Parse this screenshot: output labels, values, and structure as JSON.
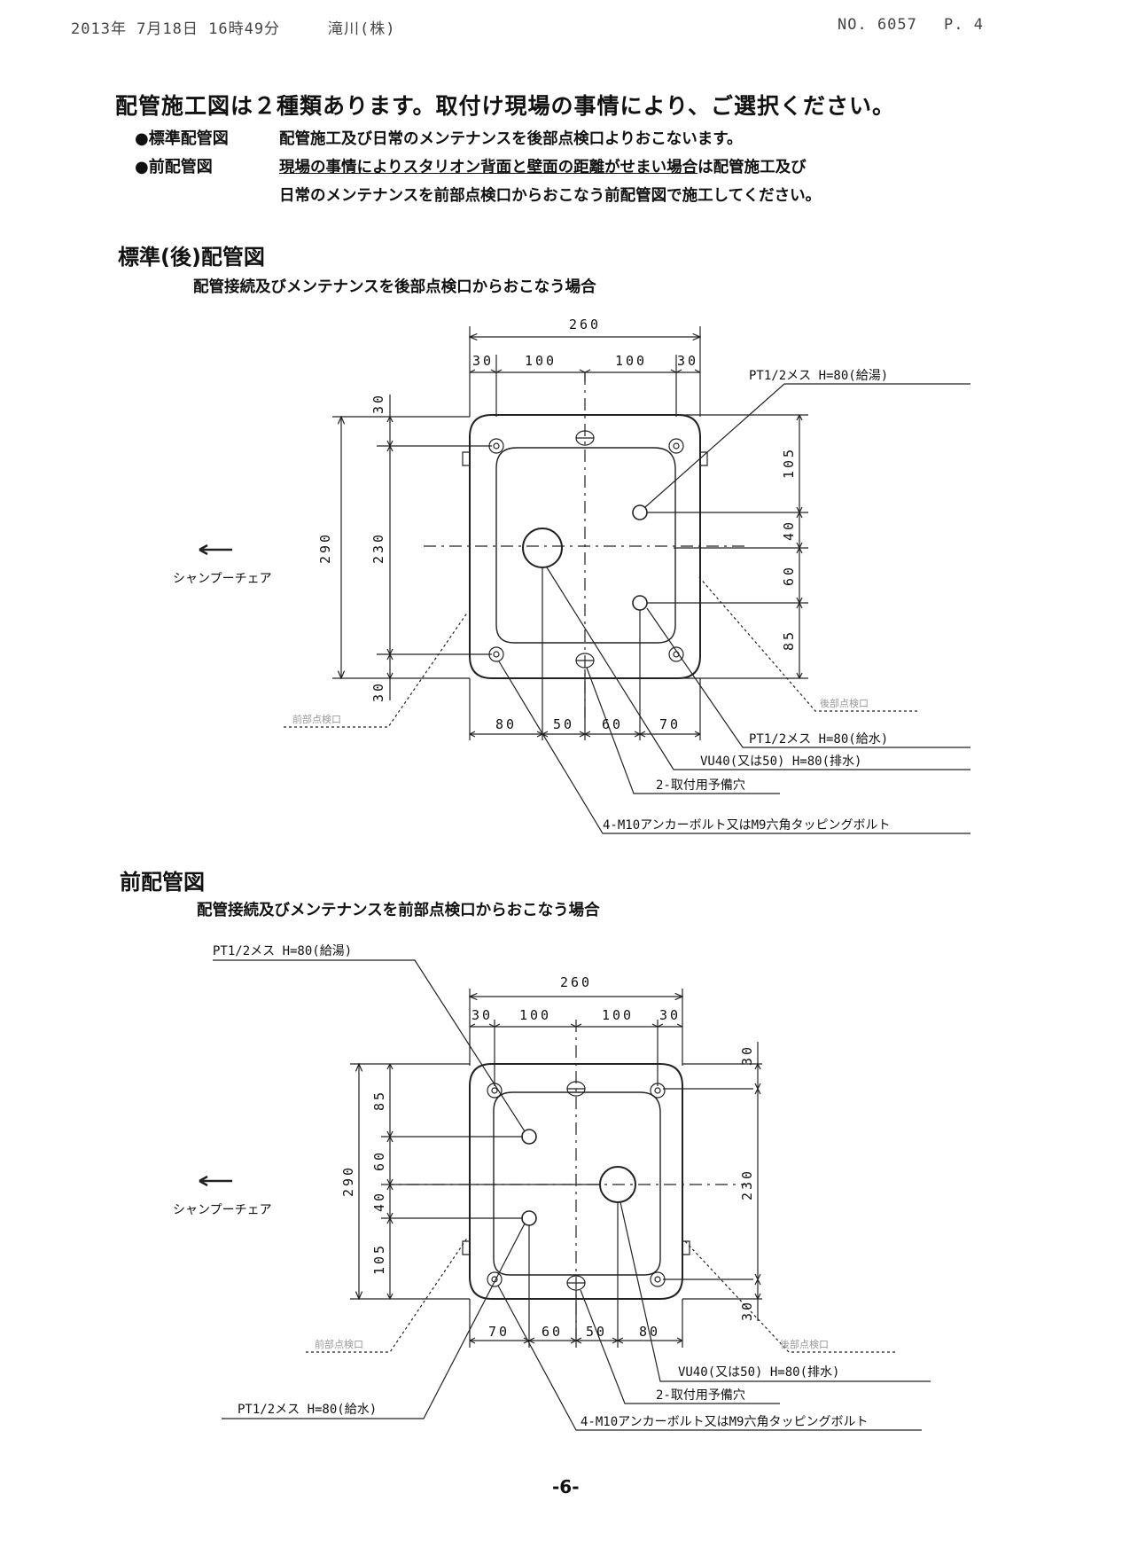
{
  "fax_header": {
    "date_time": "2013年 7月18日 16時49分",
    "sender": "滝川(株)",
    "number": "NO. 6057",
    "page": "P. 4"
  },
  "intro": {
    "heading": "配管施工図は２種類あります。取付け現場の事情により、ご選択ください。",
    "items": [
      {
        "bullet": "●標準配管図",
        "text": "配管施工及び日常のメンテナンスを後部点検口よりおこないます。"
      },
      {
        "bullet": "●前配管図",
        "text_underlined": "現場の事情によりスタリオン背面と壁面の距離がせまい場合",
        "text_rest": "は配管施工及び",
        "text_line2": "日常のメンテナンスを前部点検口からおこなう前配管図で施工してください。"
      }
    ]
  },
  "standard": {
    "title": "標準(後)配管図",
    "subtitle": "配管接続及びメンテナンスを後部点検口からおこなう場合",
    "direction": "シャンプーチェア",
    "dims": {
      "width": "260",
      "top_segments": [
        "30",
        "100",
        "100",
        "30"
      ],
      "height": "290",
      "inner_height": "230",
      "left_top": "30",
      "left_bottom": "30",
      "right_segments": [
        "105",
        "40",
        "60",
        "85"
      ],
      "bottom_segments": [
        "80",
        "50",
        "60",
        "70"
      ]
    },
    "labels": {
      "hot_water": "PT1/2メス H=80(給湯)",
      "cold_water": "PT1/2メス H=80(給水)",
      "drain": "VU40(又は50) H=80(排水)",
      "spare": "2-取付用予備穴",
      "anchor": "4-M10アンカーボルト又はM9六角タッピングボルト",
      "rear_access": "後部点検口",
      "front_access": "前部点検口"
    }
  },
  "front": {
    "title": "前配管図",
    "subtitle": "配管接続及びメンテナンスを前部点検口からおこなう場合",
    "direction": "シャンプーチェア",
    "dims": {
      "width": "260",
      "top_segments": [
        "30",
        "100",
        "100",
        "30"
      ],
      "height": "290",
      "inner_height": "230",
      "right_top": "30",
      "right_bottom": "30",
      "left_segments": [
        "85",
        "60",
        "40",
        "105"
      ],
      "bottom_segments": [
        "70",
        "60",
        "50",
        "80"
      ]
    },
    "labels": {
      "hot_water": "PT1/2メス H=80(給湯)",
      "cold_water": "PT1/2メス H=80(給水)",
      "drain": "VU40(又は50) H=80(排水)",
      "spare": "2-取付用予備穴",
      "anchor": "4-M10アンカーボルト又はM9六角タッピングボルト",
      "front_access": "前部点検口",
      "rear_access": "後部点検口"
    }
  },
  "page_number": "-6-"
}
